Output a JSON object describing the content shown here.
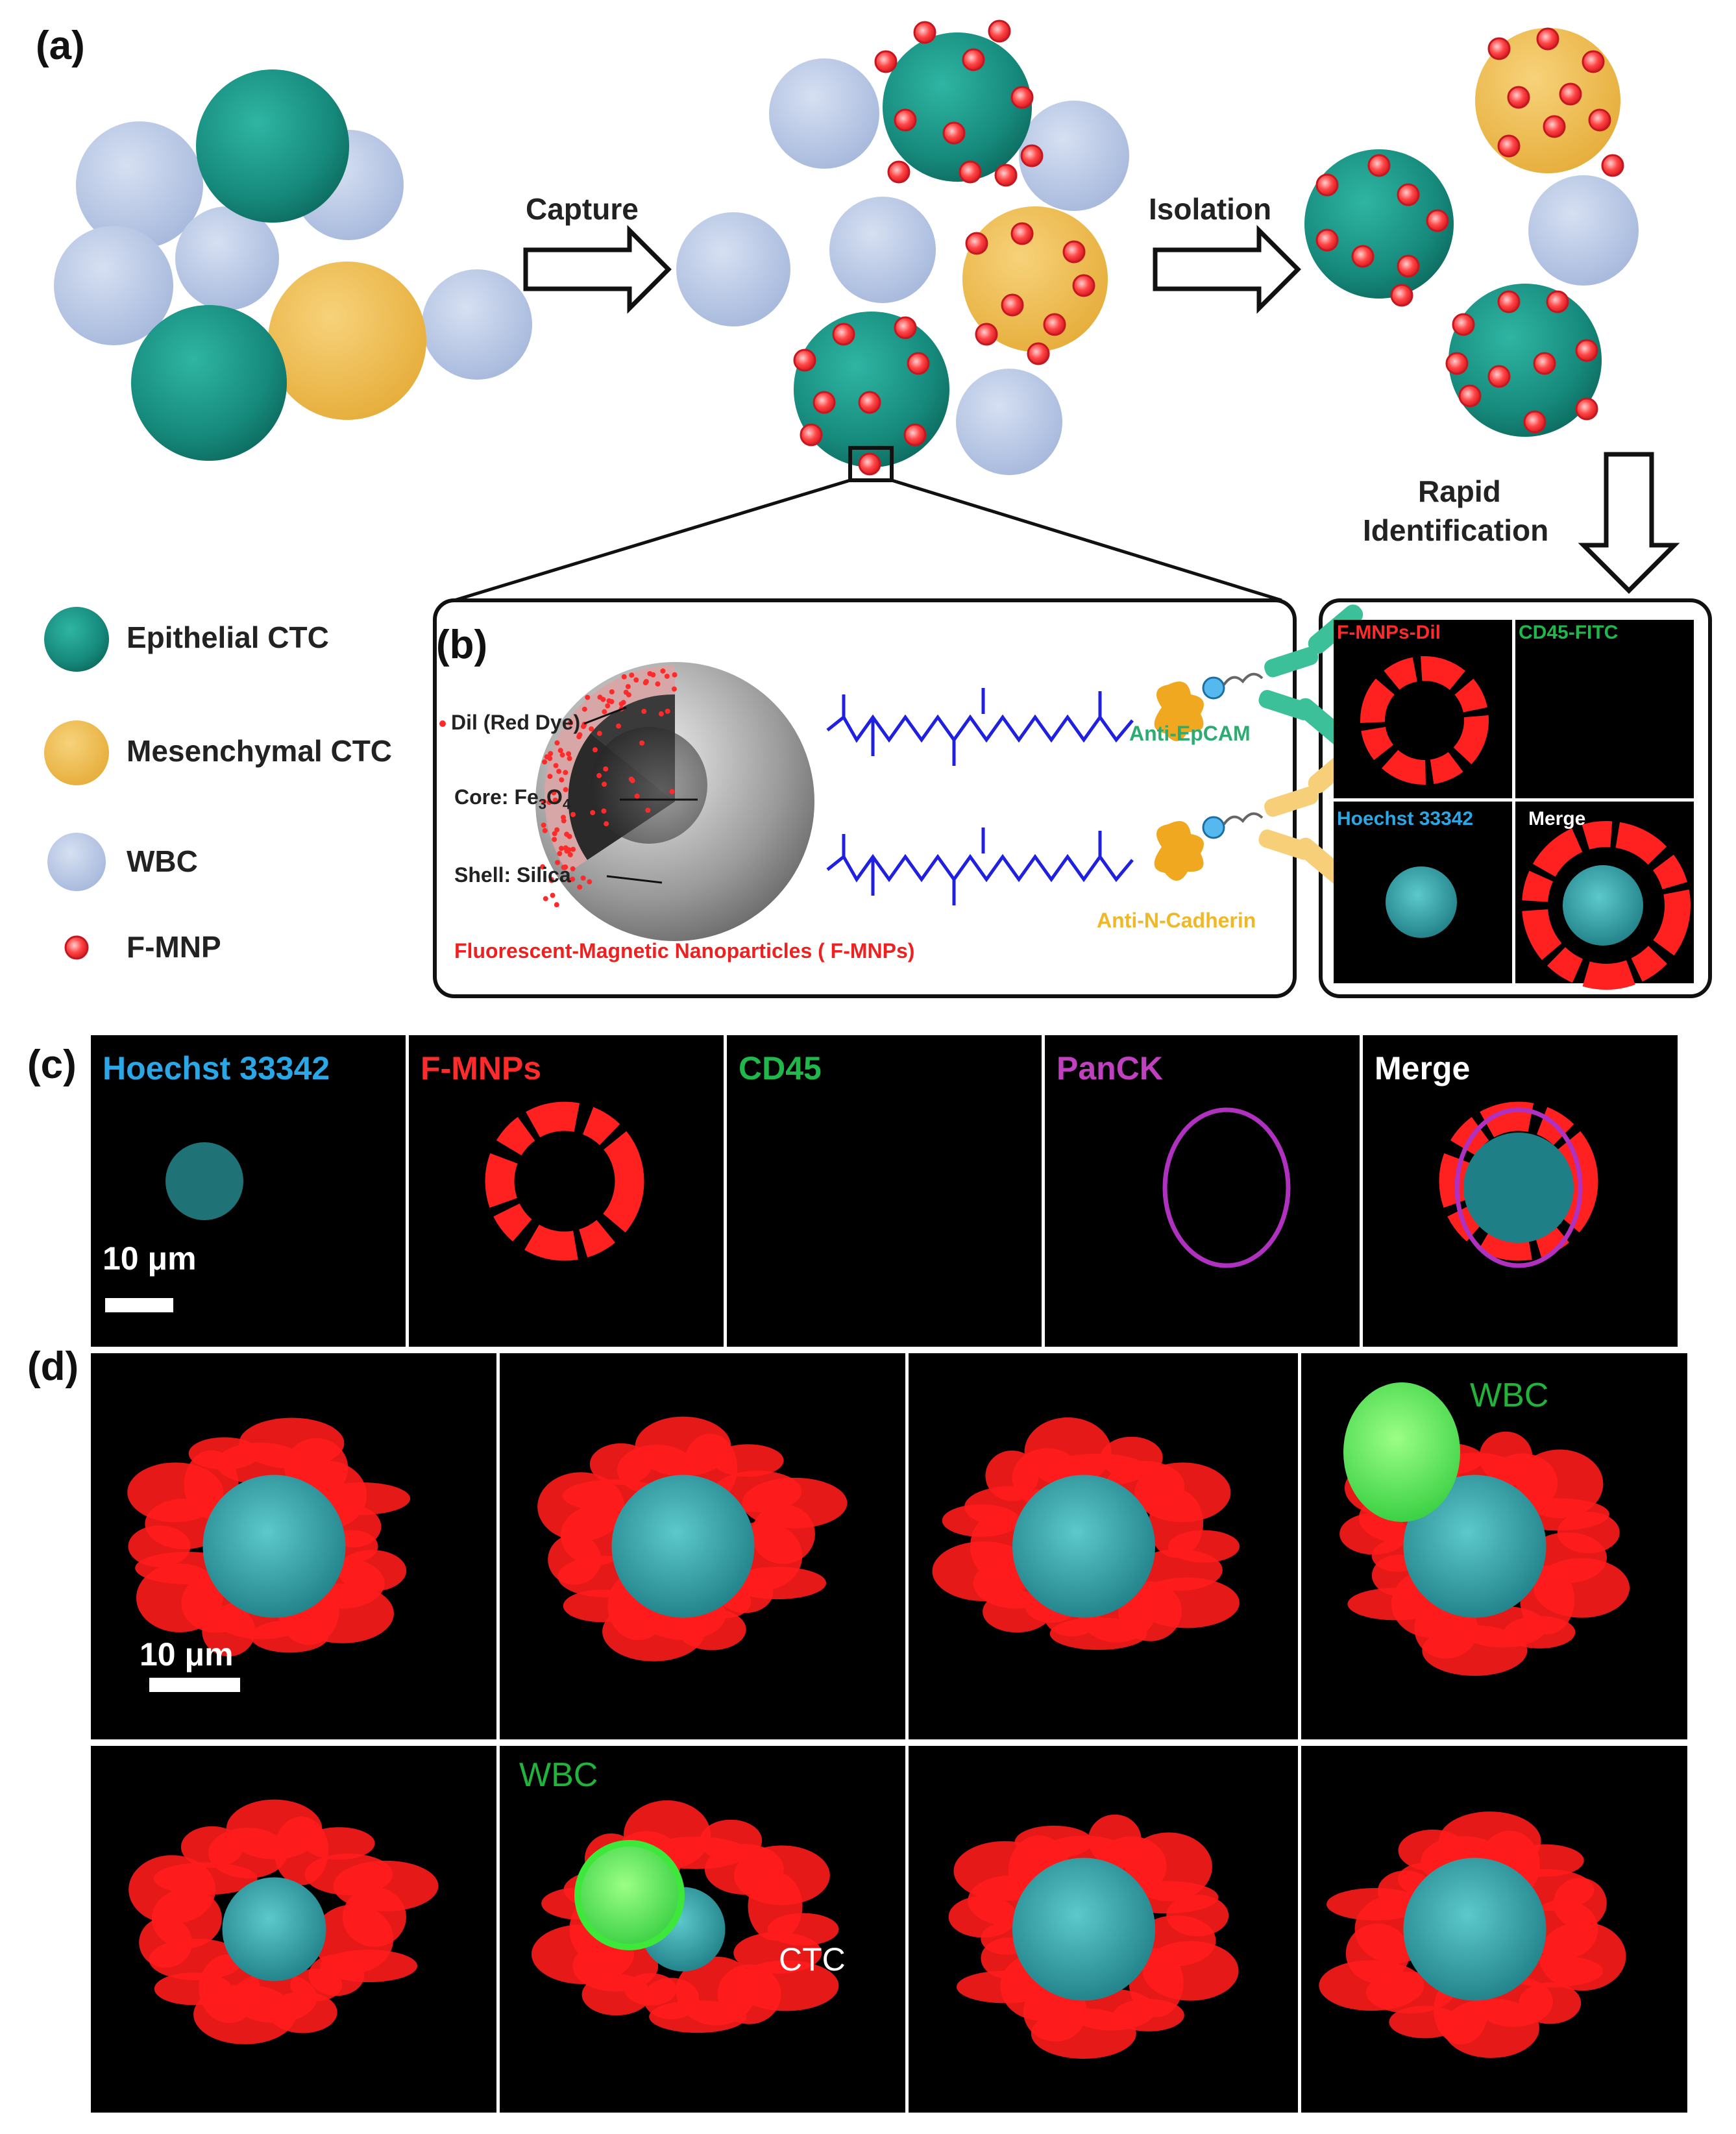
{
  "panels": {
    "a": "(a)",
    "b": "(b)",
    "c": "(c)",
    "d": "(d)"
  },
  "steps": {
    "capture": "Capture",
    "isolation": "Isolation",
    "rapid_identification_1": "Rapid",
    "rapid_identification_2": "Identification"
  },
  "legend": [
    {
      "label": "Epithelial CTC",
      "icon": "epithelial-ctc-icon",
      "color": "#1f9e8e"
    },
    {
      "label": "Mesenchymal CTC",
      "icon": "mesenchymal-ctc-icon",
      "color": "#f2c25a"
    },
    {
      "label": "WBC",
      "icon": "wbc-icon",
      "color": "#b8c8e6"
    },
    {
      "label": "F-MNP",
      "icon": "f-mnp-icon",
      "color": "#e8333a"
    }
  ],
  "particle": {
    "dye": "Dil (Red Dye)",
    "core": "Core: Fe",
    "core_sub_3": "3",
    "core_o": "O",
    "core_sub_4": "4",
    "shell": "Shell: Silica",
    "caption": "Fluorescent-Magnetic Nanoparticles ( F-MNPs)"
  },
  "antibodies": {
    "epcam": "Anti-EpCAM",
    "ncadherin": "Anti-N-Cadherin"
  },
  "identification_panel": {
    "ch1": "F-MNPs-Dil",
    "ch2": "CD45-FITC",
    "ch3": "Hoechst 33342",
    "ch4": "Merge"
  },
  "panel_c": {
    "channels": [
      {
        "label": "Hoechst 33342",
        "color": "#2aa7e6"
      },
      {
        "label": "F-MNPs",
        "color": "#ff2a2a"
      },
      {
        "label": "CD45",
        "color": "#1fb84a"
      },
      {
        "label": "PanCK",
        "color": "#c040c0"
      },
      {
        "label": "Merge",
        "color": "#ffffff"
      }
    ],
    "scale": "10 μm"
  },
  "panel_d": {
    "scale": "10 μm",
    "wbc_label_1": "WBC",
    "wbc_label_2": "WBC",
    "ctc_label": "CTC"
  },
  "colors": {
    "teal": "#1f9e8e",
    "yellow": "#f2c25a",
    "wbc": "#b8c8e6",
    "red": "#ff2020",
    "cyan": "#3fb7c0",
    "green": "#2ee33a"
  }
}
